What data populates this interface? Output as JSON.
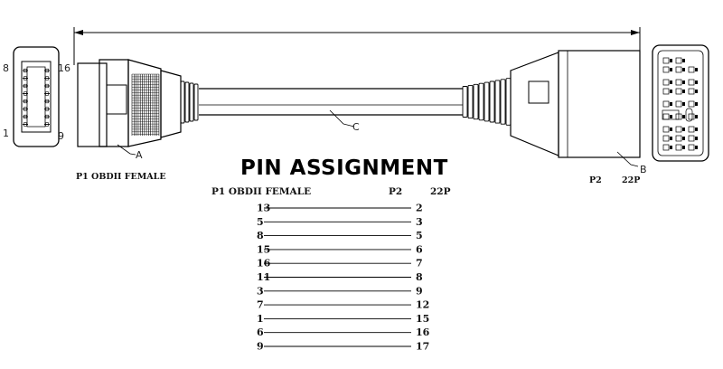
{
  "title": "PIN ASSIGNMENT",
  "connector_p1": {
    "label": "P1 OBDII FEMALE",
    "callout": "A",
    "pin_labels": {
      "top_left": "8",
      "top_right": "16",
      "bottom_left": "1",
      "bottom_right": "9"
    }
  },
  "cable": {
    "callout": "C"
  },
  "connector_p2": {
    "label_prefix": "P2",
    "label_pins": "22P",
    "callout": "B"
  },
  "table": {
    "header_left": "P1 OBDII FEMALE",
    "header_mid": "P2",
    "header_right": "22P",
    "rows": [
      {
        "p1": "13",
        "p2": "2"
      },
      {
        "p1": "5",
        "p2": "3"
      },
      {
        "p1": "8",
        "p2": "5"
      },
      {
        "p1": "15",
        "p2": "6"
      },
      {
        "p1": "16",
        "p2": "7"
      },
      {
        "p1": "11",
        "p2": "8"
      },
      {
        "p1": "3",
        "p2": "9"
      },
      {
        "p1": "7",
        "p2": "12"
      },
      {
        "p1": "1",
        "p2": "15"
      },
      {
        "p1": "6",
        "p2": "16"
      },
      {
        "p1": "9",
        "p2": "17"
      }
    ]
  }
}
